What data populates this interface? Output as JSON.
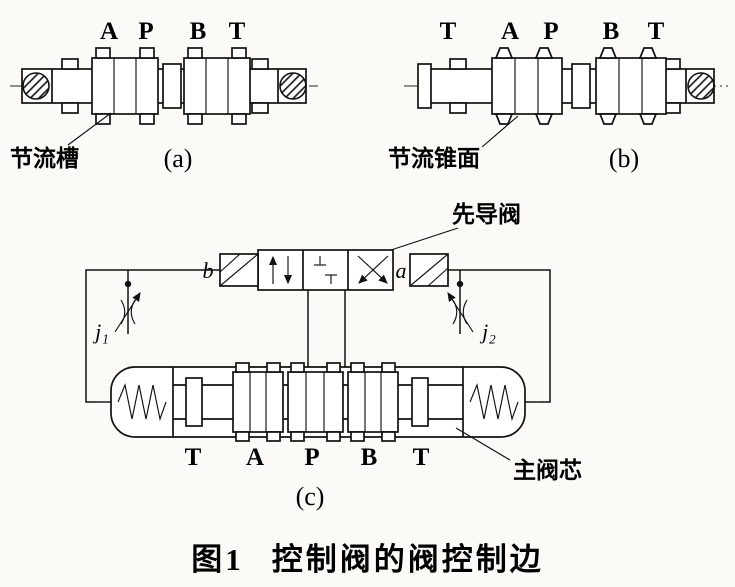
{
  "figure": {
    "caption_number": "图1",
    "caption_text": "控制阀的阀控制边"
  },
  "diagram_a": {
    "label": "(a)",
    "annotation": "节流槽",
    "ports": [
      "A",
      "P",
      "B",
      "T"
    ]
  },
  "diagram_b": {
    "label": "(b)",
    "annotation": "节流锥面",
    "ports": [
      "T",
      "A",
      "P",
      "B",
      "T"
    ]
  },
  "diagram_c": {
    "label": "(c)",
    "pilot_valve_label": "先导阀",
    "main_spool_label": "主阀芯",
    "solenoid_left": "b",
    "solenoid_right": "a",
    "throttle_left": "j₁",
    "throttle_right": "j₂",
    "ports": [
      "T",
      "A",
      "P",
      "B",
      "T"
    ]
  }
}
